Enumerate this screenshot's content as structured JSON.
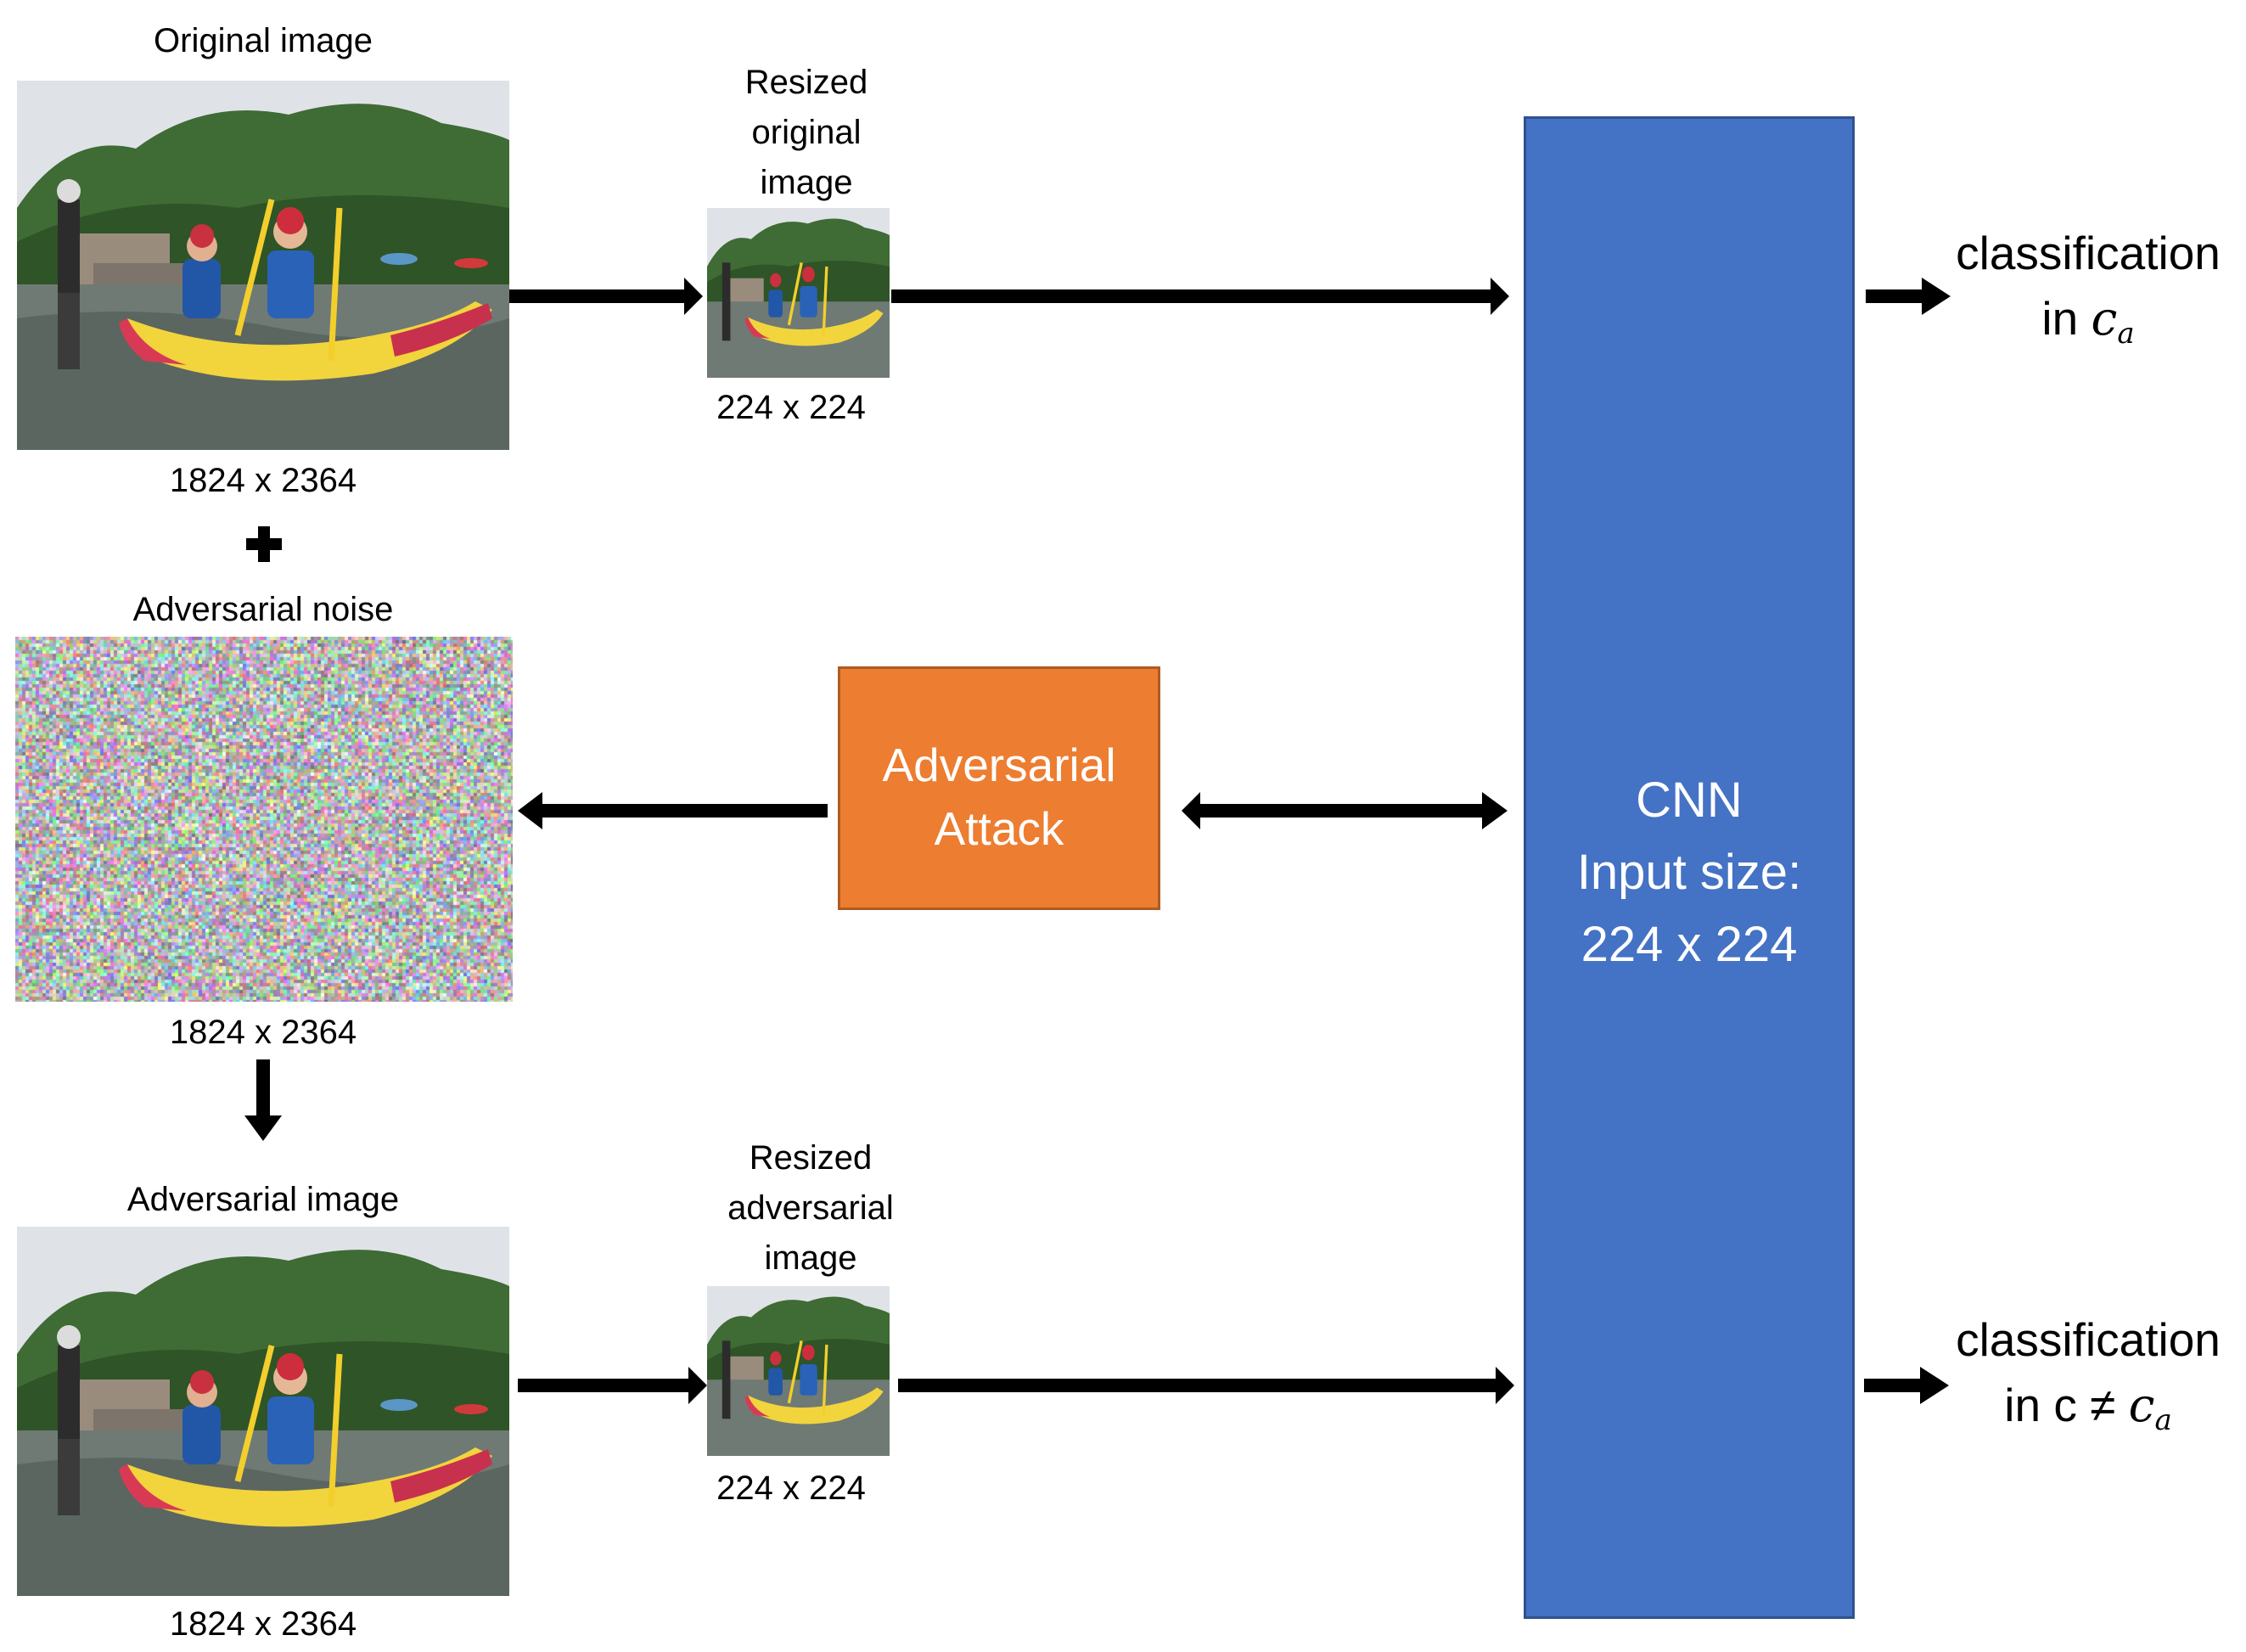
{
  "original": {
    "title": "Original image",
    "size": "1824 x 2364"
  },
  "noise": {
    "title": "Adversarial noise",
    "size": "1824 x 2364"
  },
  "adversarial": {
    "title": "Adversarial  image",
    "size": "1824 x 2364"
  },
  "resized_original": {
    "title_lines": [
      "Resized",
      "original",
      "image"
    ],
    "size": "224 x 224"
  },
  "resized_adversarial": {
    "title_lines": [
      "Resized",
      "adversarial",
      "image"
    ],
    "size": "224 x 224"
  },
  "attack": {
    "lines": [
      "Adversarial",
      "Attack"
    ]
  },
  "cnn": {
    "lines": [
      "CNN",
      "Input size:",
      "224 x 224"
    ]
  },
  "outputs": {
    "top": {
      "line1": "classification",
      "line2_prefix": "in ",
      "symbol": "c",
      "subscript": "a"
    },
    "bottom": {
      "line1": "classification",
      "line2_prefix": "in c ≠ ",
      "symbol": "c",
      "subscript": "a"
    }
  },
  "operators": {
    "plus": "+"
  },
  "colors": {
    "cnn_fill": "#4472C4",
    "attack_fill": "#ED7D31",
    "arrow": "#000000"
  }
}
